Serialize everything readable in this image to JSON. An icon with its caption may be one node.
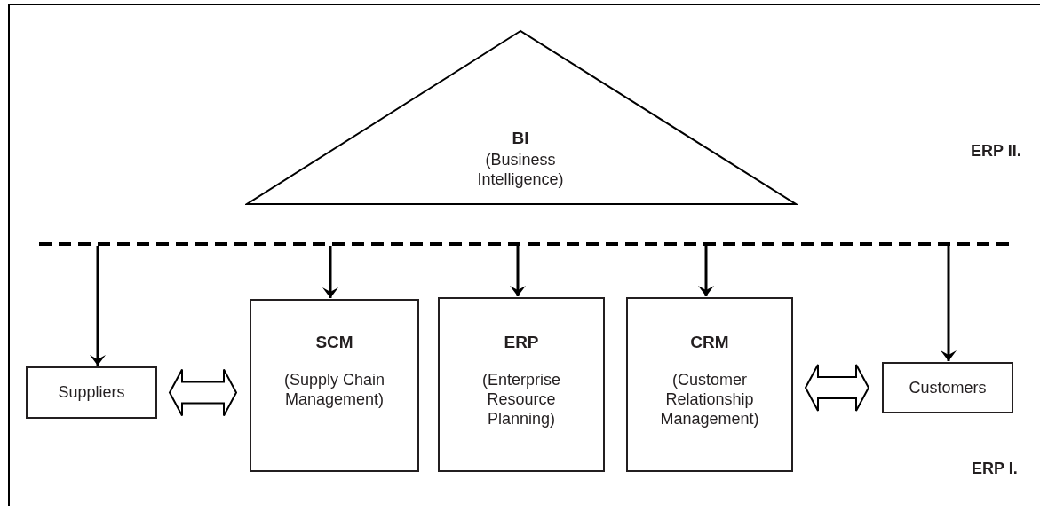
{
  "diagram": {
    "nodes": [
      {
        "text": [
          "BI",
          "(Business Intelligence)"
        ]
      },
      {
        "text": [],
        "shape": "bar"
      },
      {
        "text": [
          "Suppliers"
        ]
      },
      {
        "text": [
          "SCM",
          "(Supply Chain Management)"
        ]
      },
      {
        "text": [
          "ERP",
          "(Enterprise Resource Planning)"
        ]
      },
      {
        "text": [
          "CRM",
          "(Customer Relationship Management)"
        ]
      },
      {
        "text": [
          "Customers"
        ]
      }
    ],
    "edges": [
      {
        "from": 1,
        "to": 2,
        "arrow": "to"
      },
      {
        "from": 1,
        "to": 3,
        "arrow": "to"
      },
      {
        "from": 1,
        "to": 4,
        "arrow": "to"
      },
      {
        "from": 1,
        "to": 5,
        "arrow": "to"
      },
      {
        "from": 1,
        "to": 6,
        "arrow": "to"
      },
      {
        "from": 2,
        "to": 3,
        "arrow": "both"
      },
      {
        "from": 5,
        "to": 6,
        "arrow": "both"
      }
    ],
    "labels": [
      "ERP II.",
      "ERP I."
    ]
  }
}
